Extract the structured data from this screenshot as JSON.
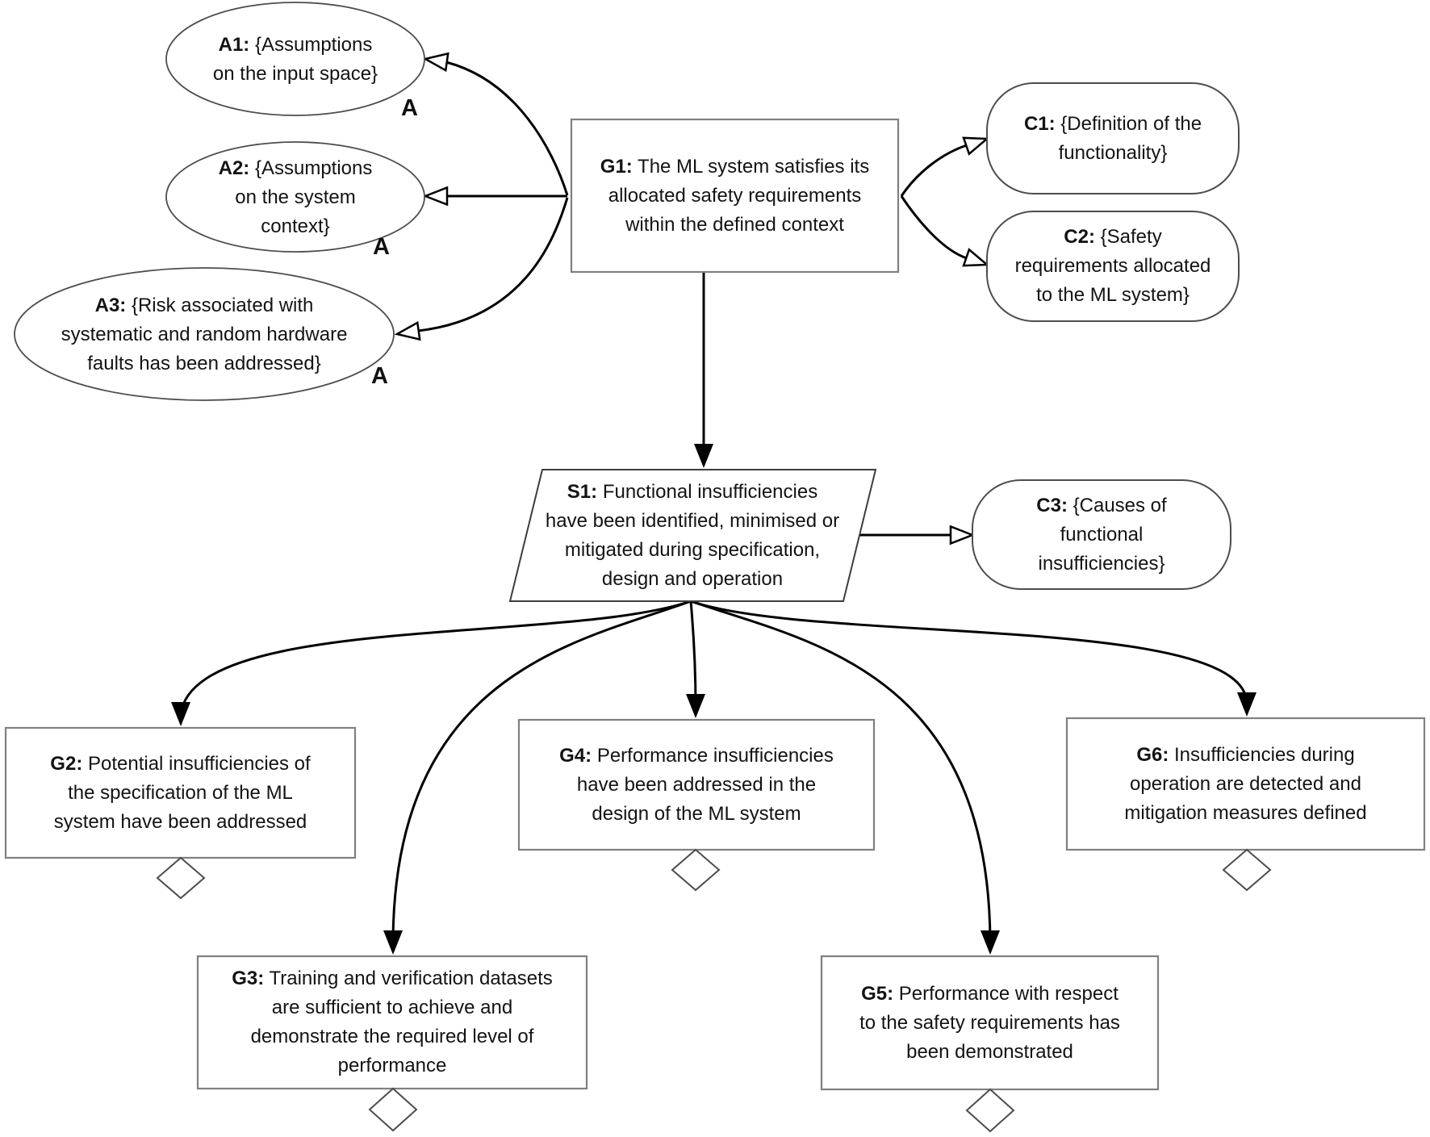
{
  "diagram": {
    "kind": "GSN safety argument diagram",
    "colors": {
      "background": "#ffffff",
      "stroke_arrows": "#000000",
      "stroke_goals": "#808080",
      "stroke_shapes": "#4d4d4d",
      "text": "#131313"
    }
  },
  "nodes": {
    "a1": {
      "id": "A1:",
      "shape": "ellipse-assumption",
      "marker": "A",
      "l1": " {Assumptions",
      "l2": "on the input space}"
    },
    "a2": {
      "id": "A2:",
      "shape": "ellipse-assumption",
      "marker": "A",
      "l1": " {Assumptions",
      "l2": "on the system",
      "l3": "context}"
    },
    "a3": {
      "id": "A3:",
      "shape": "ellipse-assumption",
      "marker": "A",
      "l1": " {Risk associated with",
      "l2": "systematic and random hardware",
      "l3": "faults has been addressed}"
    },
    "g1": {
      "id": "G1:",
      "shape": "goal-rectangle",
      "l1": " The ML system satisfies its",
      "l2": "allocated safety requirements",
      "l3": "within the defined context"
    },
    "c1": {
      "id": "C1:",
      "shape": "context-rounded",
      "l1": " {Definition of the",
      "l2": "functionality}"
    },
    "c2": {
      "id": "C2:",
      "shape": "context-rounded",
      "l1": " {Safety",
      "l2": "requirements allocated",
      "l3": "to the ML system}"
    },
    "s1": {
      "id": "S1:",
      "shape": "strategy-parallelogram",
      "l1": " Functional insufficiencies",
      "l2": "have been identified, minimised or",
      "l3": "mitigated during specification,",
      "l4": "design and operation"
    },
    "c3": {
      "id": "C3:",
      "shape": "context-rounded",
      "l1": " {Causes of",
      "l2": "functional",
      "l3": "insufficiencies}"
    },
    "g2": {
      "id": "G2:",
      "shape": "goal-rectangle-undeveloped",
      "l1": " Potential insufficiencies of",
      "l2": "the specification of the ML",
      "l3": "system have been addressed"
    },
    "g3": {
      "id": "G3:",
      "shape": "goal-rectangle-undeveloped",
      "l1": " Training and verification datasets",
      "l2": "are sufficient to achieve and",
      "l3": "demonstrate the required level of",
      "l4": "performance"
    },
    "g4": {
      "id": "G4:",
      "shape": "goal-rectangle-undeveloped",
      "l1": " Performance insufficiencies",
      "l2": "have been addressed in the",
      "l3": "design of the ML system"
    },
    "g5": {
      "id": "G5:",
      "shape": "goal-rectangle-undeveloped",
      "l1": " Performance with respect",
      "l2": "to the safety requirements has",
      "l3": "been demonstrated"
    },
    "g6": {
      "id": "G6:",
      "shape": "goal-rectangle-undeveloped",
      "l1": " Insufficiencies during",
      "l2": "operation are detected and",
      "l3": "mitigation measures defined"
    }
  },
  "edges": [
    {
      "from": "G1",
      "to": "A1",
      "type": "in-context-of",
      "arrowhead": "hollow"
    },
    {
      "from": "G1",
      "to": "A2",
      "type": "in-context-of",
      "arrowhead": "hollow"
    },
    {
      "from": "G1",
      "to": "A3",
      "type": "in-context-of",
      "arrowhead": "hollow"
    },
    {
      "from": "G1",
      "to": "C1",
      "type": "in-context-of",
      "arrowhead": "hollow"
    },
    {
      "from": "G1",
      "to": "C2",
      "type": "in-context-of",
      "arrowhead": "hollow"
    },
    {
      "from": "G1",
      "to": "S1",
      "type": "supported-by",
      "arrowhead": "solid"
    },
    {
      "from": "S1",
      "to": "C3",
      "type": "in-context-of",
      "arrowhead": "hollow"
    },
    {
      "from": "S1",
      "to": "G2",
      "type": "supported-by",
      "arrowhead": "solid"
    },
    {
      "from": "S1",
      "to": "G3",
      "type": "supported-by",
      "arrowhead": "solid"
    },
    {
      "from": "S1",
      "to": "G4",
      "type": "supported-by",
      "arrowhead": "solid"
    },
    {
      "from": "S1",
      "to": "G5",
      "type": "supported-by",
      "arrowhead": "solid"
    },
    {
      "from": "S1",
      "to": "G6",
      "type": "supported-by",
      "arrowhead": "solid"
    }
  ]
}
